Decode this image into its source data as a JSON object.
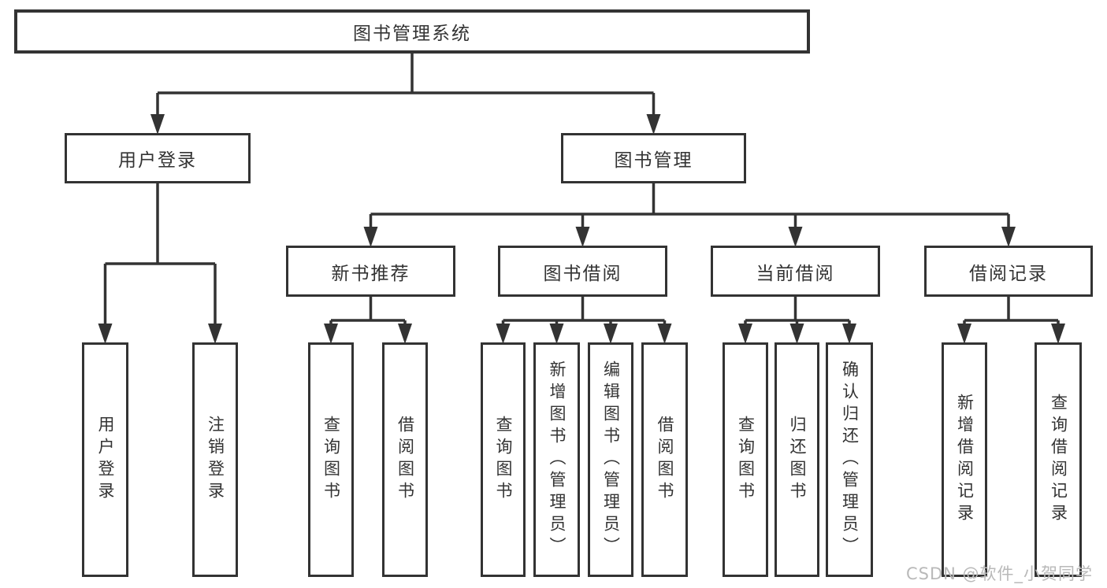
{
  "tree": {
    "root": {
      "label": "图书管理系统",
      "children": [
        {
          "label": "用户登录",
          "children": [
            {
              "label": "用户登录"
            },
            {
              "label": "注销登录"
            }
          ]
        },
        {
          "label": "图书管理",
          "children": [
            {
              "label": "新书推荐",
              "children": [
                {
                  "label": "查询图书"
                },
                {
                  "label": "借阅图书"
                }
              ]
            },
            {
              "label": "图书借阅",
              "children": [
                {
                  "label": "查询图书"
                },
                {
                  "label": "新增图书（管理员）"
                },
                {
                  "label": "编辑图书（管理员）"
                },
                {
                  "label": "借阅图书"
                }
              ]
            },
            {
              "label": "当前借阅",
              "children": [
                {
                  "label": "查询图书"
                },
                {
                  "label": "归还图书"
                },
                {
                  "label": "确认归还（管理员）"
                }
              ]
            },
            {
              "label": "借阅记录",
              "children": [
                {
                  "label": "新增借阅记录"
                },
                {
                  "label": "查询借阅记录"
                }
              ]
            }
          ]
        }
      ]
    }
  },
  "watermark": {
    "text": "CSDN @软件_小贺同学"
  },
  "colors": {
    "line": "#333333",
    "box_border": "#333333",
    "text": "#333333",
    "watermark": "#b9b9b9",
    "background": "#ffffff"
  }
}
